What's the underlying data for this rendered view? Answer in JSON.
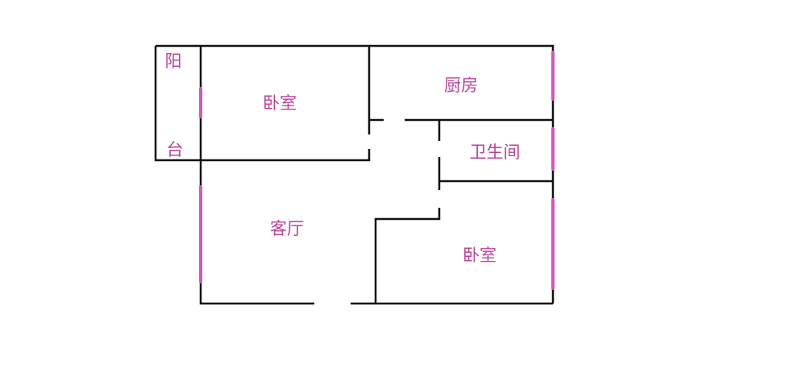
{
  "colors": {
    "wall": "#111111",
    "window": "#d058c0"
  },
  "rooms": {
    "balcony_top": "阳",
    "balcony_bottom": "台",
    "bedroom1": "卧室",
    "kitchen": "厨房",
    "bathroom": "卫生间",
    "living_room": "客厅",
    "bedroom2": "卧室"
  }
}
